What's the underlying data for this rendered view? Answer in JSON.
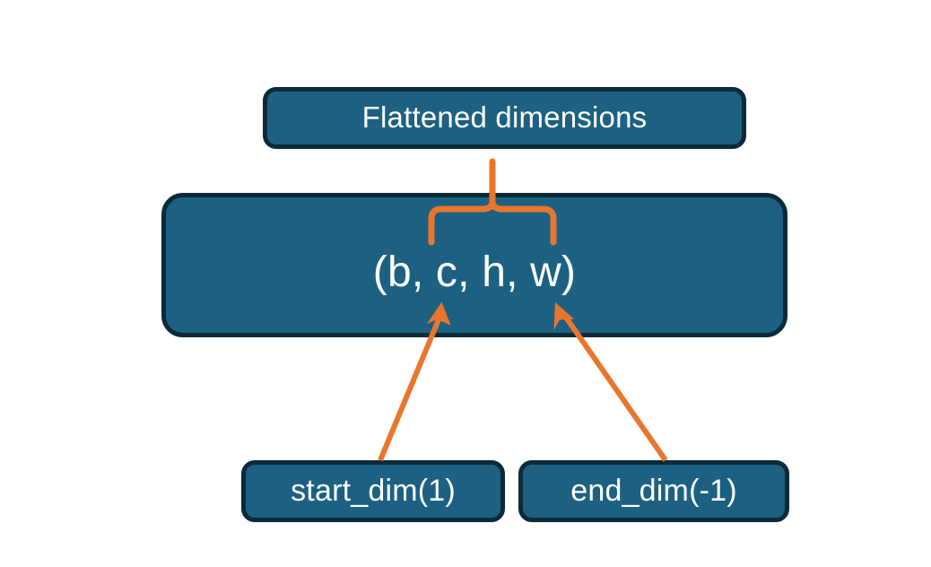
{
  "diagram": {
    "title_node": {
      "label": "Flattened dimensions"
    },
    "shape_node": {
      "label": "(b, c, h, w)"
    },
    "start_node": {
      "label": "start_dim(1)"
    },
    "end_node": {
      "label": "end_dim(-1)"
    },
    "colors": {
      "node_fill": "#1d6182",
      "node_border": "#0c2a38",
      "node_text": "#ffffff",
      "connector": "#e8762c",
      "background": "#ffffff"
    },
    "connectors": [
      {
        "name": "brace-flattened-to-shape",
        "kind": "curly-brace",
        "from": "shape_node",
        "to": "title_node"
      },
      {
        "name": "arrow-start-dim-to-shape",
        "kind": "arrow",
        "from": "start_node",
        "to": "shape_node"
      },
      {
        "name": "arrow-end-dim-to-shape",
        "kind": "arrow",
        "from": "end_node",
        "to": "shape_node"
      }
    ]
  }
}
